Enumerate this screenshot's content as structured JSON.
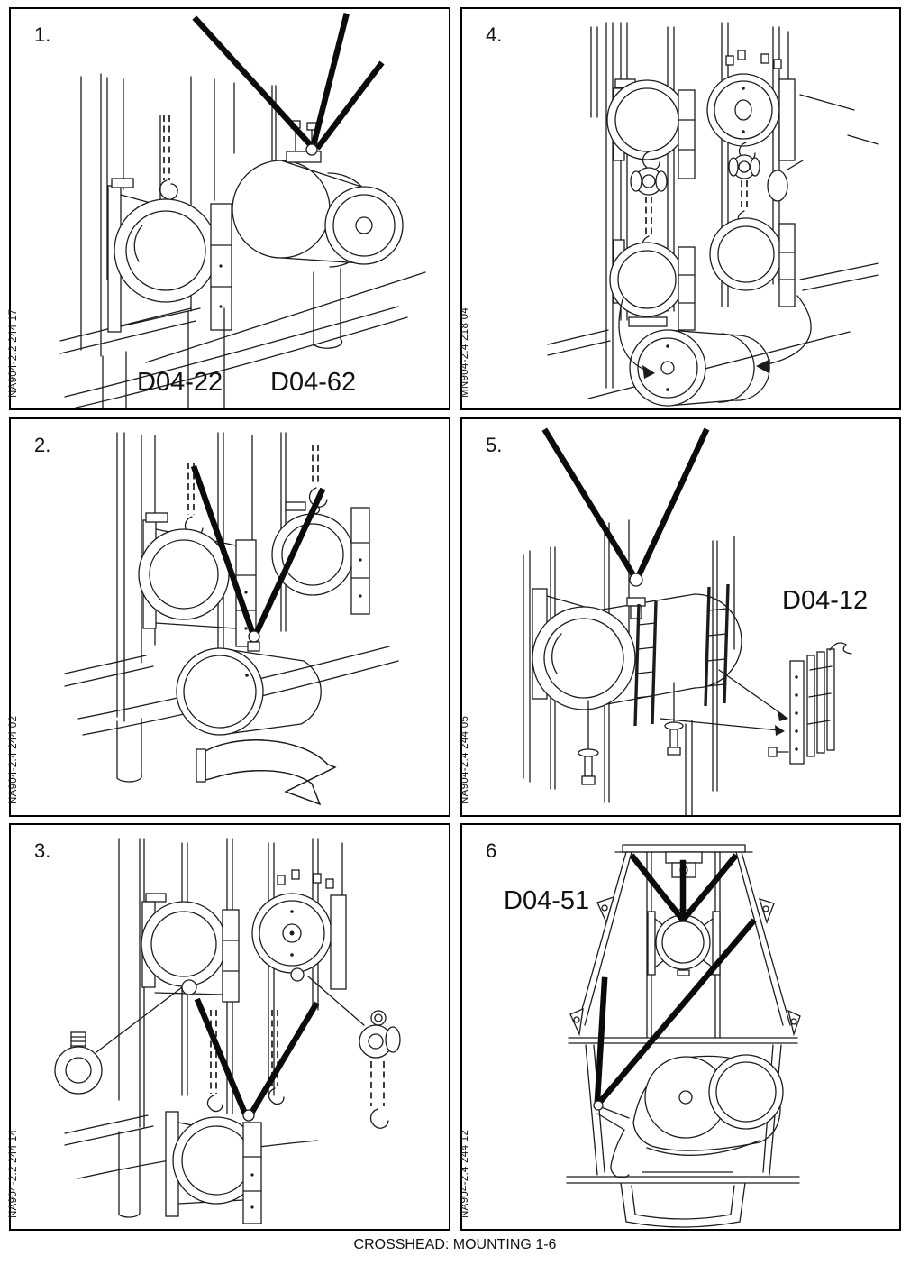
{
  "caption": "CROSSHEAD: MOUNTING 1-6",
  "panels": [
    {
      "number": "1.",
      "ref_code": "NA904-2.2 244 17",
      "part_labels": [
        "D04-22",
        "D04-62"
      ]
    },
    {
      "number": "2.",
      "ref_code": "NA904-2.4 244 02",
      "part_labels": []
    },
    {
      "number": "3.",
      "ref_code": "NA904-2.2 244 14",
      "part_labels": []
    },
    {
      "number": "4.",
      "ref_code": "MN904-2.4 218 04",
      "part_labels": []
    },
    {
      "number": "5.",
      "ref_code": "NA904-2.4 244 05",
      "part_labels": [
        "D04-12"
      ]
    },
    {
      "number": "6",
      "ref_code": "NA904-2.4 244 12",
      "part_labels": [
        "D04-51"
      ]
    }
  ]
}
